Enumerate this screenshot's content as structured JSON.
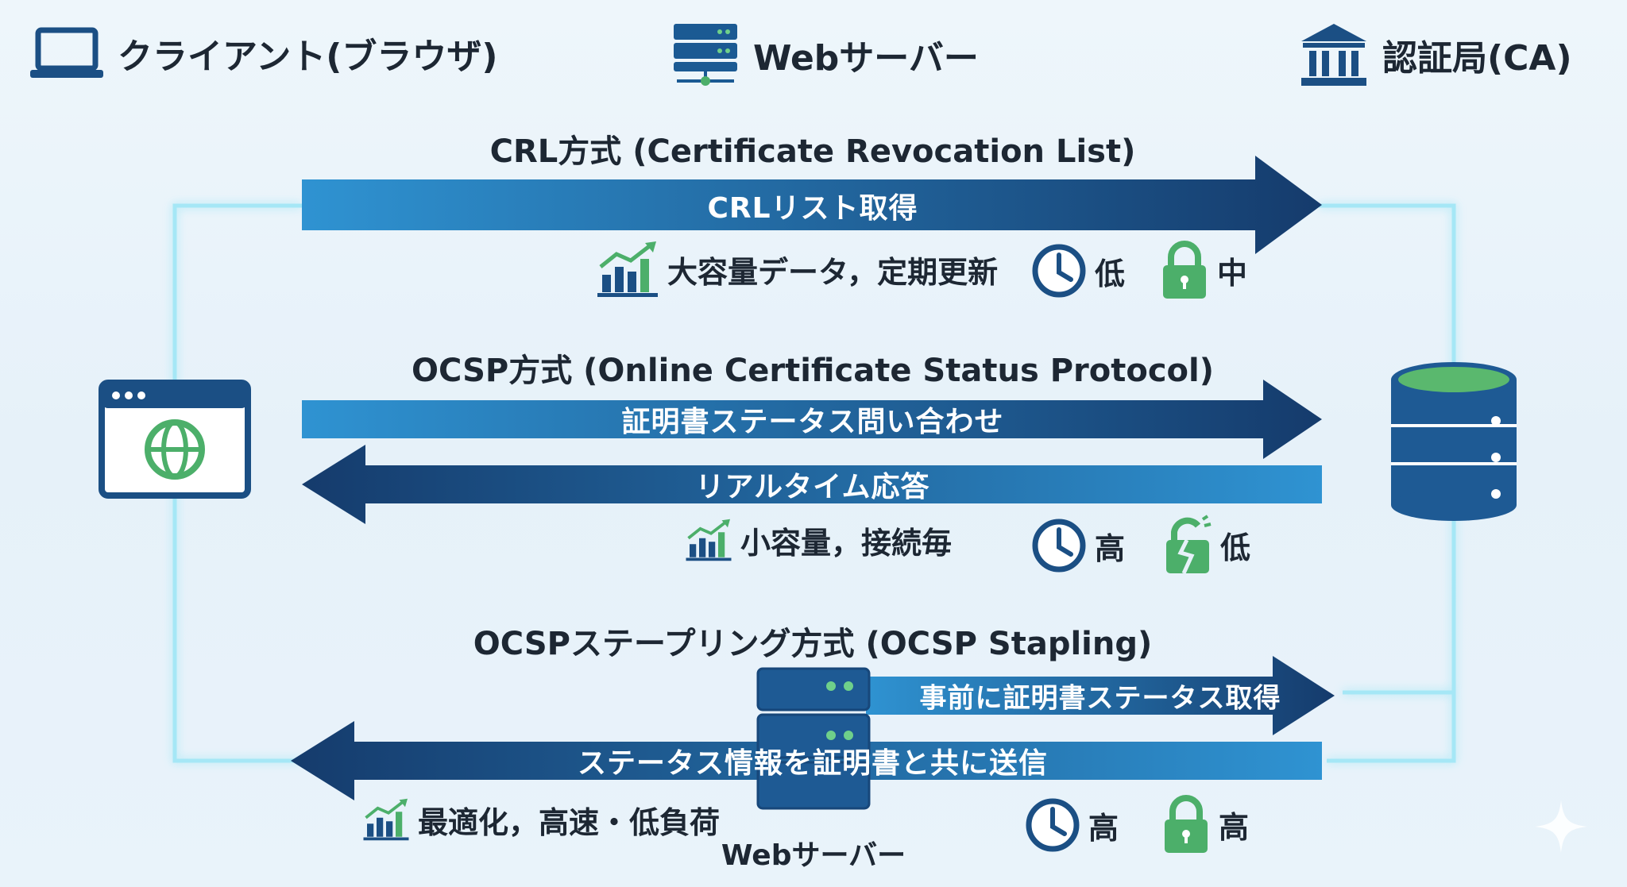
{
  "header": {
    "client_label": "クライアント(ブラウザ)",
    "server_label": "Webサーバー",
    "ca_label": "認証局(CA)"
  },
  "crl": {
    "title": "CRL方式 (Certificate Revocation List)",
    "arrow_label": "CRLリスト取得",
    "data_label": "大容量データ，定期更新",
    "time_label": "低",
    "security_label": "中"
  },
  "ocsp": {
    "title": "OCSP方式 (Online Certificate Status Protocol)",
    "request_label": "証明書ステータス問い合わせ",
    "response_label": "リアルタイム応答",
    "data_label": "小容量，接続毎",
    "time_label": "高",
    "security_label": "低"
  },
  "stapling": {
    "title": "OCSPステープリング方式 (OCSP Stapling)",
    "fetch_label": "事前に証明書ステータス取得",
    "send_label": "ステータス情報を証明書と共に送信",
    "data_label": "最適化，高速・低負荷",
    "time_label": "高",
    "security_label": "高",
    "server_label": "Webサーバー"
  },
  "icons": {
    "client": "laptop-icon",
    "server": "server-icon",
    "ca": "bank-icon",
    "browser": "browser-window-globe-icon",
    "database": "database-icon",
    "chart": "bar-chart-icon",
    "clock": "clock-icon",
    "lock": "padlock-icon",
    "broken_lock": "broken-padlock-icon"
  },
  "colors": {
    "arrow_light": "#2f8fcf",
    "arrow_dark": "#163f72",
    "glow": "#8fe3f5",
    "green": "#4caf6a",
    "navy": "#1b4f84"
  }
}
